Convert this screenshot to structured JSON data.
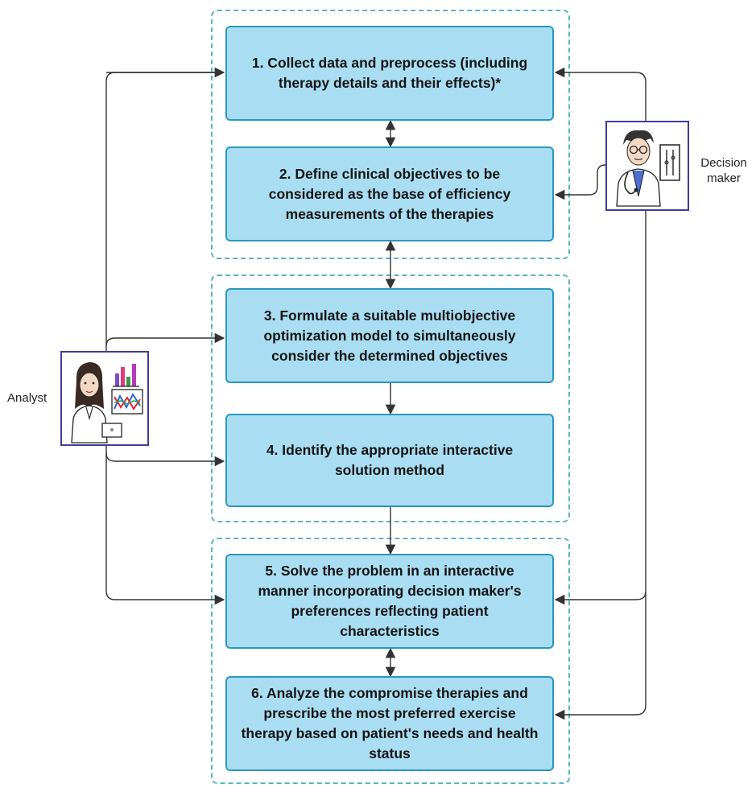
{
  "steps": [
    {
      "id": 1,
      "text": "1. Collect data and preprocess (including therapy details and their effects)*"
    },
    {
      "id": 2,
      "text": "2. Define clinical objectives to be considered as the base of efficiency measurements of the therapies"
    },
    {
      "id": 3,
      "text": "3. Formulate a suitable multiobjective optimization model to simultaneously consider the determined objectives"
    },
    {
      "id": 4,
      "text": "4. Identify the appropriate interactive solution method"
    },
    {
      "id": 5,
      "text": "5. Solve the problem in an interactive manner incorporating decision maker's preferences reflecting patient characteristics"
    },
    {
      "id": 6,
      "text": "6. Analyze the compromise therapies and prescribe the most preferred exercise therapy based on patient's needs and health status"
    }
  ],
  "actors": {
    "analyst": {
      "label": "Analyst",
      "icon": "analyst-icon"
    },
    "decision_maker": {
      "label": "Decision maker",
      "icon": "doctor-icon"
    }
  },
  "colors": {
    "box_fill": "#a9ddf2",
    "box_border": "#2a98bf",
    "group_border": "#5ab4c8",
    "actor_border": "#3b3f9e",
    "connector": "#333333"
  }
}
